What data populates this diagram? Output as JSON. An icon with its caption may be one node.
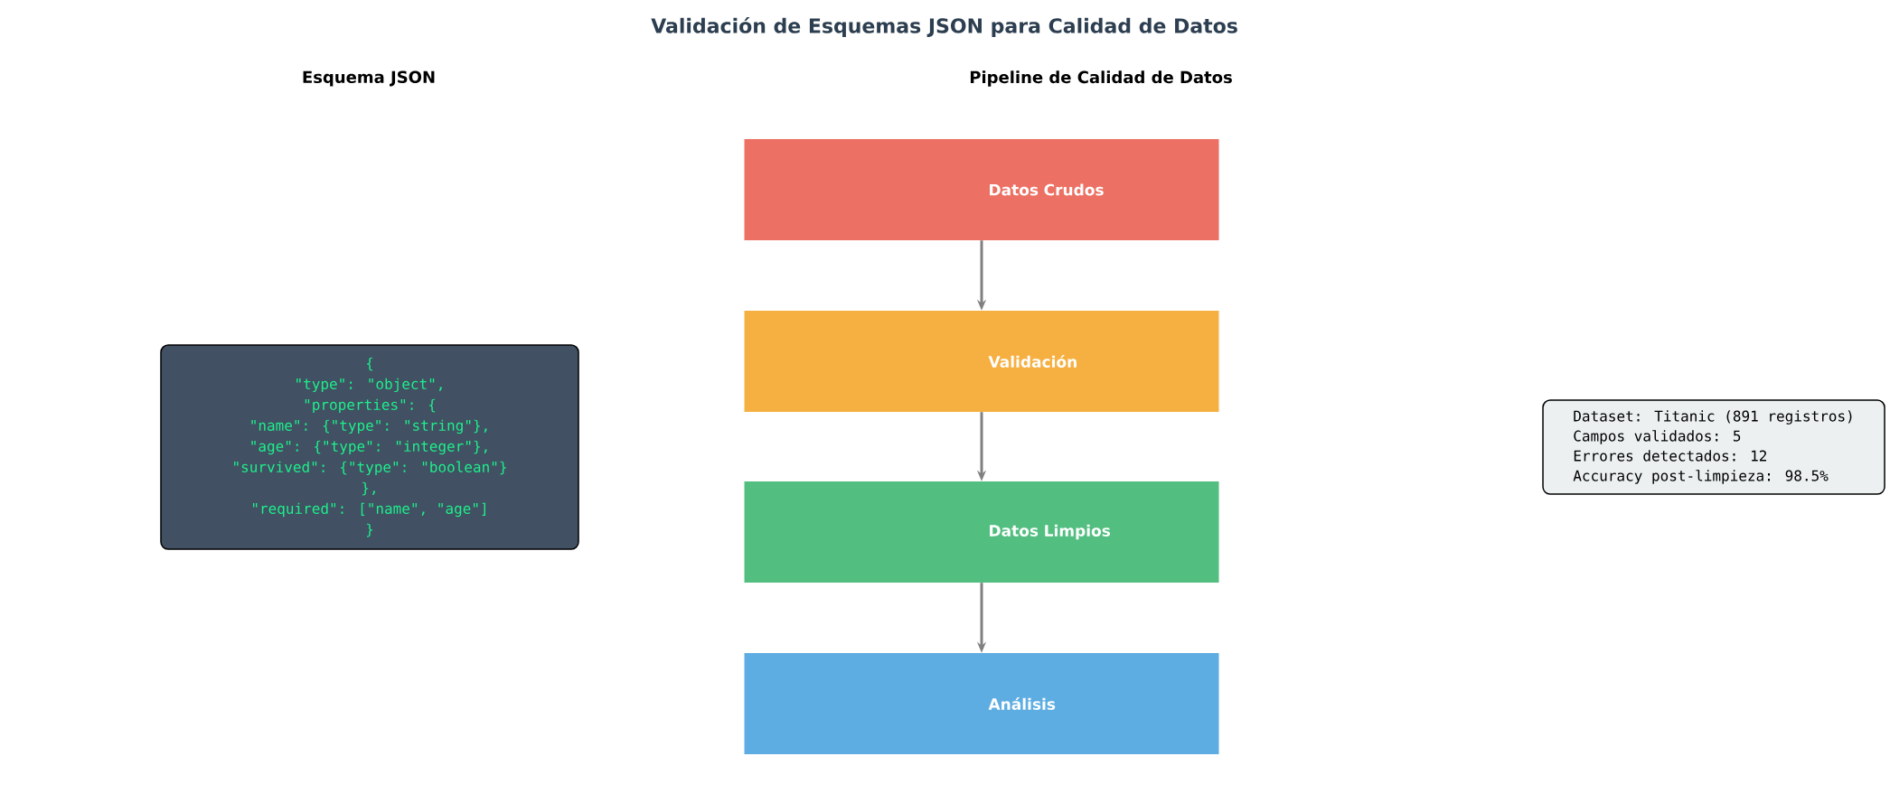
{
  "diagram": {
    "title": "Validación de Esquemas JSON para Calidad de Datos",
    "nodes": [
      {
        "text": [
          "Datos Crudos"
        ]
      },
      {
        "text": [
          "Validación"
        ]
      },
      {
        "text": [
          "Datos Limpios"
        ]
      },
      {
        "text": [
          "Análisis"
        ]
      },
      {
        "text": [
          "{",
          "\"type\": \"object\",",
          "\"properties\": {",
          "\"name\": {\"type\": \"string\"},",
          "\"age\": {\"type\": \"integer\"},",
          "\"survived\": {\"type\": \"boolean\"}",
          "},",
          "\"required\": [\"name\", \"age\"]",
          "}"
        ]
      },
      {
        "text": [
          "Dataset: Titanic (891 registros)",
          "Campos validados: 5",
          "Errores detectados: 12",
          "Accuracy post-limpieza: 98.5%"
        ]
      }
    ],
    "edges": [
      {
        "from": 0,
        "to": 1,
        "arrow": "to"
      },
      {
        "from": 1,
        "to": 2,
        "arrow": "to"
      },
      {
        "from": 2,
        "to": 3,
        "arrow": "to"
      }
    ],
    "labels": [
      "Esquema JSON",
      "Pipeline de Calidad de Datos"
    ]
  }
}
